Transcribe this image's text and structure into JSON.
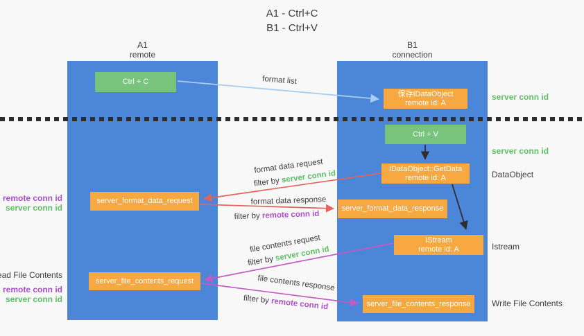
{
  "title": {
    "line1": "A1 - Ctrl+C",
    "line2": "B1 - Ctrl+V"
  },
  "lanes": {
    "a1": {
      "name": "A1",
      "subtitle": "remote"
    },
    "b1": {
      "name": "B1",
      "subtitle": "connection"
    }
  },
  "boxes": {
    "ctrl_c": {
      "label": "Ctrl + C"
    },
    "save_idataobject": {
      "line1": "保存IDataObject",
      "line2": "remote id: A"
    },
    "ctrl_v": {
      "label": "Ctrl + V"
    },
    "getdata": {
      "line1": "IDataObject::GetData",
      "line2": "remote id: A"
    },
    "format_request": {
      "label": "server_format_data_request"
    },
    "format_response": {
      "label": "server_format_data_response"
    },
    "istream": {
      "line1": "IStream",
      "line2": "remote id: A"
    },
    "file_request": {
      "label": "server_file_contents_request"
    },
    "file_response": {
      "label": "server_file_contents_response"
    }
  },
  "arrow_labels": {
    "format_list": "format list",
    "format_data_request": "format data request",
    "format_data_response": "format data response",
    "file_contents_request": "file contents request",
    "file_contents_response": "file contents response",
    "filter_by": "filter by",
    "server_conn_id": "server conn id",
    "remote_conn_id": "remote conn id"
  },
  "side_labels": {
    "right": {
      "server_conn_id_top": "server conn id",
      "server_conn_id_mid": "server conn id",
      "dataobject": "DataObject",
      "istream": "Istream",
      "write_file_contents": "Write File Contents"
    },
    "left": {
      "remote_conn_id_top": "remote conn id",
      "server_conn_id_top": "server conn id",
      "read_file_contents": "Read File Contents",
      "remote_conn_id_bottom": "remote conn id",
      "server_conn_id_bottom": "server conn id"
    }
  },
  "colors": {
    "lane_blue": "#4c86d8",
    "box_orange": "#f8a841",
    "box_green": "#79c47d",
    "text_green": "#5fbe66",
    "text_purple": "#a851cb",
    "arrow_red": "#e6635c",
    "arrow_magenta": "#c55ac2",
    "arrow_lightblue": "#a9cdf0",
    "arrow_black": "#2d2d2d",
    "text_dark": "#3d3d3d",
    "background": "#f8f8f8"
  }
}
